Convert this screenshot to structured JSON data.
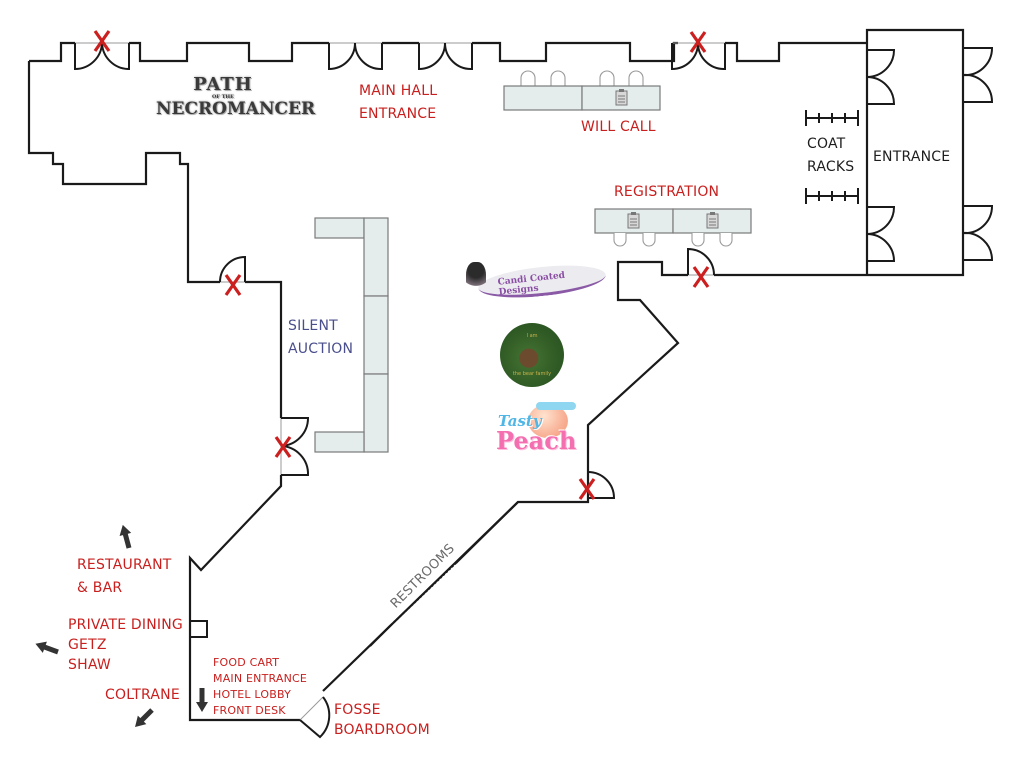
{
  "map": {
    "title_logo": {
      "line1": "PATH",
      "line2": "OF THE",
      "line3": "NECROMANCER"
    },
    "labels": {
      "main_hall_entrance": [
        "MAIN HALL",
        "ENTRANCE"
      ],
      "will_call": "WILL CALL",
      "registration": "REGISTRATION",
      "coat_racks": [
        "COAT",
        "RACKS"
      ],
      "entrance": "ENTRANCE",
      "silent_auction": [
        "SILENT",
        "AUCTION"
      ],
      "restaurant_bar": [
        "RESTAURANT",
        "& BAR"
      ],
      "private_dining": [
        "PRIVATE DINING",
        "GETZ",
        "SHAW"
      ],
      "coltrane": "COLTRANE",
      "lobby_info": [
        "FOOD CART",
        "MAIN ENTRANCE",
        "HOTEL LOBBY",
        "FRONT DESK"
      ],
      "fosse_boardroom": [
        "FOSSE",
        "BOARDROOM"
      ],
      "restrooms": "RESTROOMS"
    },
    "vendor_logos": {
      "candi_coated": "Candi Coated Designs",
      "bear_badge": [
        "I am",
        "the bear family"
      ],
      "tasty_peach": [
        "Tasty",
        "Peach"
      ]
    },
    "legend": {
      "closed_door_marker": "X",
      "closed_door_color": "#cc1f1f"
    },
    "colors": {
      "location_label": "#c8201e",
      "auction_label": "#4a4f8c",
      "table_fill": "#e5ecec"
    }
  }
}
